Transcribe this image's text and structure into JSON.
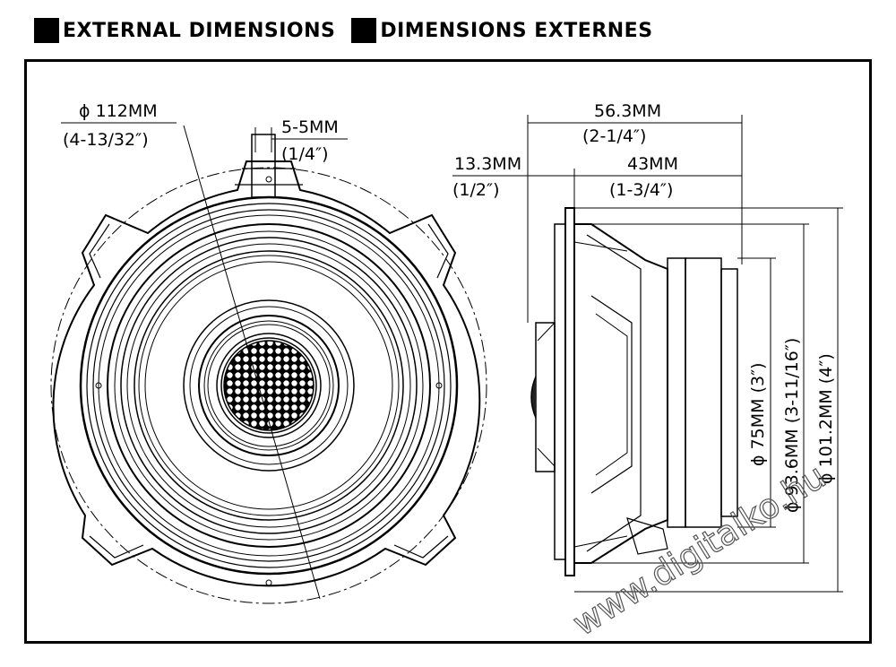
{
  "header": {
    "title_en": "EXTERNAL DIMENSIONS",
    "title_fr": "DIMENSIONS EXTERNES"
  },
  "front_view": {
    "diameter_mm": "ϕ 112MM",
    "diameter_in": "(4-13/32″)",
    "slot_mm": "5-5MM",
    "slot_in": "(1/4″)"
  },
  "side_view": {
    "depth_total_mm": "56.3MM",
    "depth_total_in": "(2-1/4″)",
    "mount_depth_mm": "13.3MM",
    "mount_depth_in": "(1/2″)",
    "depth_body_mm": "43MM",
    "depth_body_in": "(1-3/4″)",
    "magnet_dia": "ϕ 75MM (3″)",
    "basket_dia": "ϕ 93.6MM (3-11/16″)",
    "cutout_dia": "ϕ 101.2MM (4″)"
  },
  "watermark": "www.digitalko.hu"
}
